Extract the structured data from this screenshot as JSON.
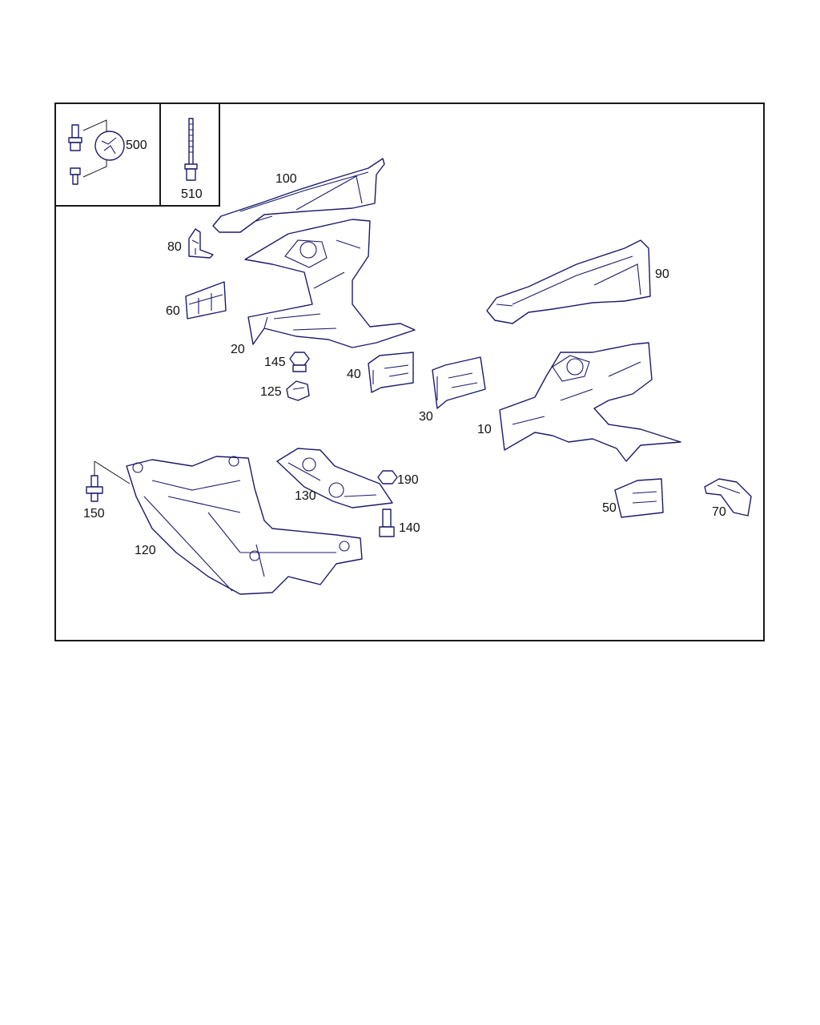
{
  "labels": {
    "l500": "500",
    "l510": "510",
    "l100": "100",
    "l80": "80",
    "l60": "60",
    "l90": "90",
    "l20": "20",
    "l145": "145",
    "l40": "40",
    "l125": "125",
    "l30": "30",
    "l10": "10",
    "l190": "190",
    "l130": "130",
    "l150": "150",
    "l140": "140",
    "l50": "50",
    "l70": "70",
    "l120": "120"
  },
  "colors": {
    "line": "#1b1b6b",
    "frame": "#1a1a1a",
    "background": "#ffffff"
  }
}
